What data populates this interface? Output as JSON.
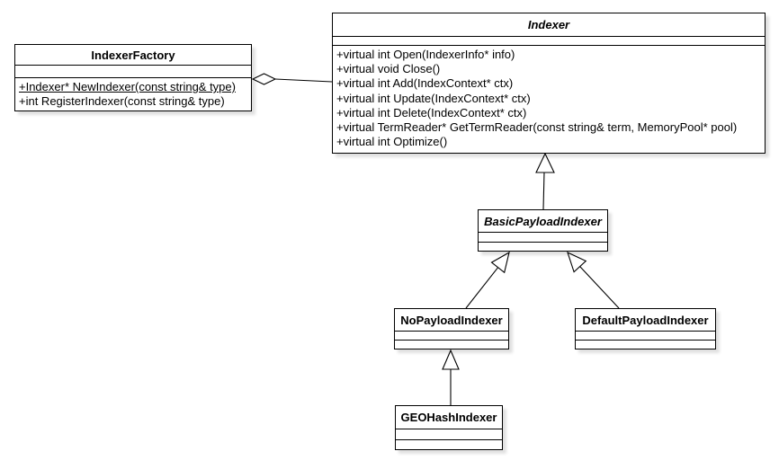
{
  "diagram": {
    "kind": "uml-class-diagram",
    "background_color": "#ffffff",
    "line_color": "#000000",
    "classes": [
      {
        "name": "IndexerFactory",
        "abstract": false,
        "attributes": [],
        "methods": [
          {
            "text": "+Indexer* NewIndexer(const string& type)",
            "underline": true
          },
          {
            "text": "+int RegisterIndexer(const string& type)",
            "underline": false
          }
        ]
      },
      {
        "name": "Indexer",
        "abstract": true,
        "attributes": [],
        "methods": [
          {
            "text": "+virtual int Open(IndexerInfo* info)",
            "underline": false
          },
          {
            "text": "+virtual void Close()",
            "underline": false
          },
          {
            "text": "+virtual int Add(IndexContext* ctx)",
            "underline": false
          },
          {
            "text": "+virtual int Update(IndexContext* ctx)",
            "underline": false
          },
          {
            "text": "+virtual int Delete(IndexContext* ctx)",
            "underline": false
          },
          {
            "text": "+virtual TermReader* GetTermReader(const string& term, MemoryPool* pool)",
            "underline": false
          },
          {
            "text": "+virtual int Optimize()",
            "underline": false
          }
        ]
      },
      {
        "name": "BasicPayloadIndexer",
        "abstract": true,
        "attributes": [],
        "methods": []
      },
      {
        "name": "NoPayloadIndexer",
        "abstract": false,
        "attributes": [],
        "methods": []
      },
      {
        "name": "DefaultPayloadIndexer",
        "abstract": false,
        "attributes": [],
        "methods": []
      },
      {
        "name": "GEOHashIndexer",
        "abstract": false,
        "attributes": [],
        "methods": []
      }
    ],
    "relationships": [
      {
        "type": "aggregation",
        "whole": "IndexerFactory",
        "part": "Indexer"
      },
      {
        "type": "generalization",
        "child": "BasicPayloadIndexer",
        "parent": "Indexer"
      },
      {
        "type": "generalization",
        "child": "NoPayloadIndexer",
        "parent": "BasicPayloadIndexer"
      },
      {
        "type": "generalization",
        "child": "DefaultPayloadIndexer",
        "parent": "BasicPayloadIndexer"
      },
      {
        "type": "generalization",
        "child": "GEOHashIndexer",
        "parent": "NoPayloadIndexer"
      }
    ]
  }
}
